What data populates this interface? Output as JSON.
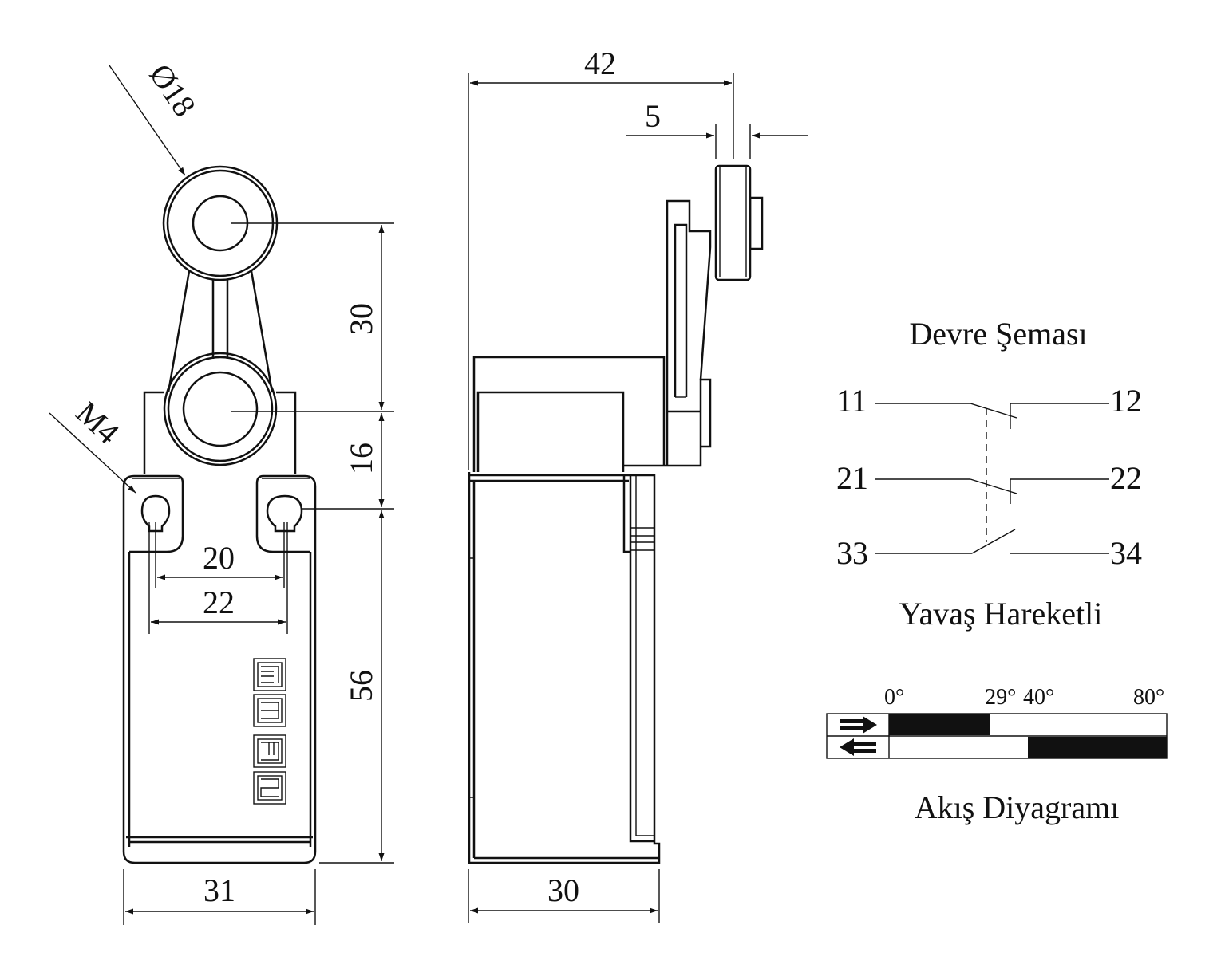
{
  "front_view": {
    "dims": {
      "roller_diameter": "Ø18",
      "thread": "M4",
      "lever_length": "30",
      "pivot_height": "16",
      "body_height": "56",
      "hole_spacing_inner": "20",
      "hole_spacing_outer": "22",
      "body_width": "31"
    },
    "logo": "emas"
  },
  "side_view": {
    "dims": {
      "overall_length": "42",
      "roller_width": "5",
      "body_depth": "30"
    }
  },
  "circuit": {
    "title": "Devre Şeması",
    "contacts": [
      {
        "left": "11",
        "right": "12"
      },
      {
        "left": "21",
        "right": "22"
      },
      {
        "left": "33",
        "right": "34"
      }
    ],
    "action_type": "Yavaş Hareketli"
  },
  "flow_diagram": {
    "title": "Akış Diyagramı",
    "angles": [
      "0°",
      "29°",
      "40°",
      "80°"
    ],
    "rows": [
      {
        "direction": "right-arrow",
        "active_from_deg": 0,
        "active_to_deg": 29
      },
      {
        "direction": "left-arrow",
        "active_from_deg": 40,
        "active_to_deg": 80
      }
    ]
  }
}
